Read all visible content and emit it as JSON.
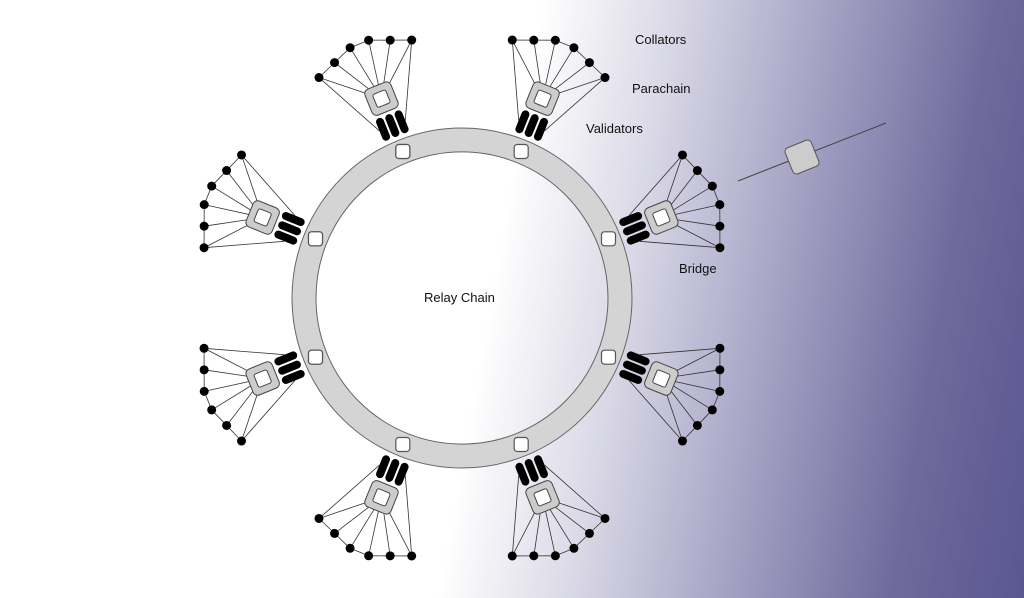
{
  "labels": {
    "collators": "Collators",
    "parachain": "Parachain",
    "validators": "Validators",
    "bridge": "Bridge",
    "relay_chain": "Relay Chain"
  },
  "colors": {
    "ring_fill": "#d4d4d4",
    "ring_stroke": "#666666",
    "node_fill": "#000000",
    "block_fill": "#cccccc",
    "background_accent": "#5a5690"
  }
}
